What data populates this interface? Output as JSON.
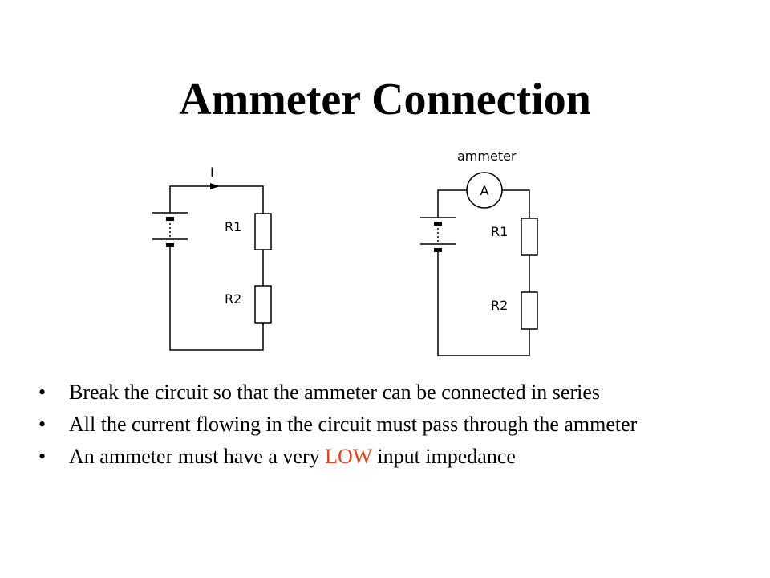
{
  "slide": {
    "title": "Ammeter Connection"
  },
  "left_circuit": {
    "current_label": "I",
    "r1_label": "R1",
    "r2_label": "R2"
  },
  "right_circuit": {
    "meter_caption": "ammeter",
    "meter_symbol": "A",
    "r1_label": "R1",
    "r2_label": "R2"
  },
  "bullets": {
    "b1": "Break the circuit so that the ammeter can be connected in series",
    "b2": "All the current flowing in the circuit must pass through the ammeter",
    "b3_before": "An ammeter must have a very ",
    "b3_highlight": "LOW",
    "b3_after": " input impedance",
    "marker": "•"
  },
  "colors": {
    "highlight": "#e0441b",
    "wire": "#000000"
  }
}
